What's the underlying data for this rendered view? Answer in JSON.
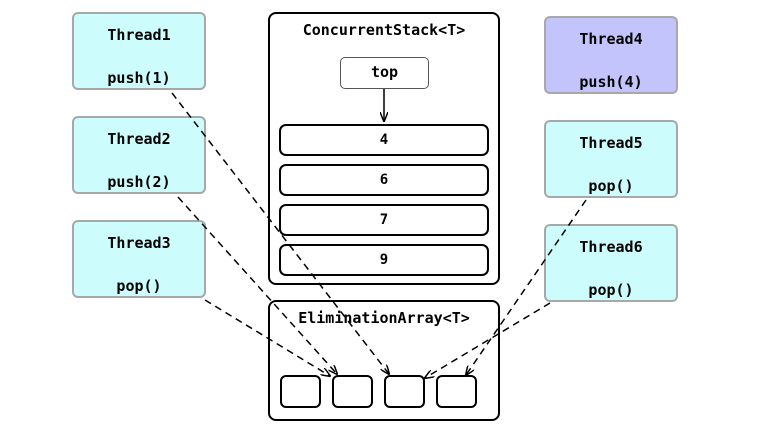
{
  "threads": [
    {
      "id": "t1",
      "name": "Thread1",
      "op": "push(1)"
    },
    {
      "id": "t2",
      "name": "Thread2",
      "op": "push(2)"
    },
    {
      "id": "t3",
      "name": "Thread3",
      "op": "pop()"
    },
    {
      "id": "t4",
      "name": "Thread4",
      "op": "push(4)"
    },
    {
      "id": "t5",
      "name": "Thread5",
      "op": "pop()"
    },
    {
      "id": "t6",
      "name": "Thread6",
      "op": "pop()"
    }
  ],
  "stack": {
    "title": "ConcurrentStack<T>",
    "top_label": "top",
    "cells": [
      "4",
      "6",
      "7",
      "9"
    ]
  },
  "elimination": {
    "title": "EliminationArray<T>",
    "slot_count": 4
  },
  "colors": {
    "thread_fill": "#ccfcfc",
    "active_thread_fill": "#c4c4fc",
    "thread_border": "#a8a8a8"
  }
}
